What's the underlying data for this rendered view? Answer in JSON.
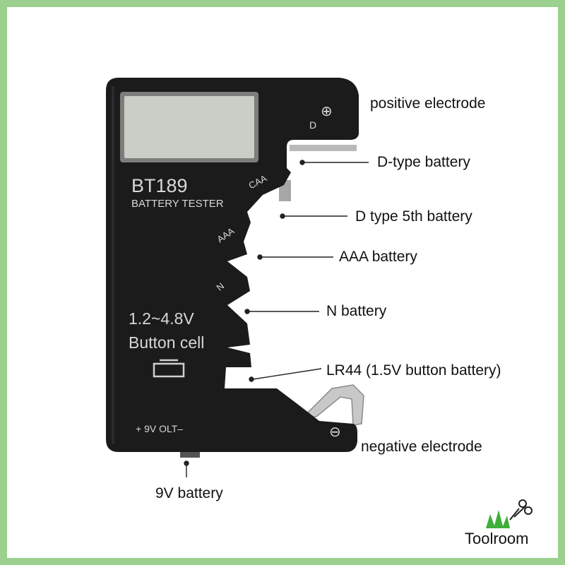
{
  "device": {
    "model": "BT189",
    "subtitle": "BATTERY TESTER",
    "slot_labels": {
      "d": "D",
      "caa": "CAA",
      "aaa": "AAA",
      "n": "N"
    },
    "voltage": "1.2~4.8V",
    "button_cell": "Button cell",
    "nine_volt": "+ 9V OLT–",
    "positive_symbol": "⊕",
    "negative_symbol": "⊖"
  },
  "callouts": {
    "positive": "positive electrode",
    "d_type": "D-type battery",
    "d_5th": "D type 5th battery",
    "aaa": "AAA battery",
    "n": "N battery",
    "lr44": "LR44  (1.5V button battery)",
    "negative": "negative electrode",
    "nine_v": "9V battery"
  },
  "logo": {
    "text": "Toolroom"
  },
  "colors": {
    "frame": "#9cd08e",
    "device": "#1a1a1a",
    "lcd": "#c9cfc6",
    "grass": "#3fae3a"
  }
}
